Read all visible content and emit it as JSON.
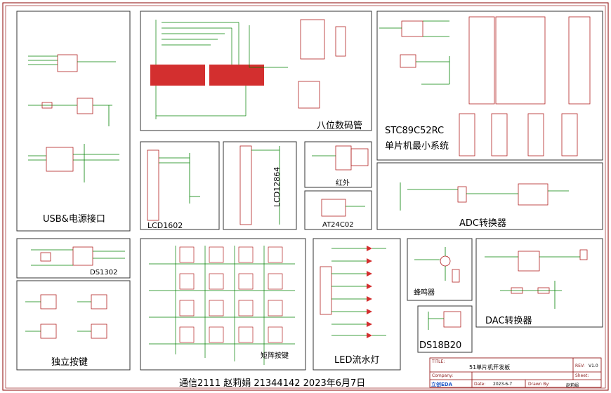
{
  "sections": {
    "usb": "USB&电源接口",
    "seg7": "八位数码管",
    "mcu_line1": "STC89C52RC",
    "mcu_line2": "单片机最小系统",
    "lcd1602": "LCD1602",
    "lcd12864": "LCD12864",
    "ir": "红外",
    "eeprom": "AT24C02",
    "adc": "ADC转换器",
    "ds1302": "DS1302",
    "keys": "独立按键",
    "matrix": "矩阵按键",
    "led": "LED流水灯",
    "buzzer": "蜂鸣器",
    "dac": "DAC转换器",
    "ds18b20": "DS18B20"
  },
  "footer": "通信2111 赵莉娟 21344142 2023年6月7日",
  "title_block": {
    "title_label": "TITLE:",
    "title": "51单片机开发板",
    "rev_label": "REV:",
    "rev": "V1.0",
    "company_label": "Company:",
    "sheet_label": "Sheet:",
    "logo": "立创EDA",
    "date_label": "Date:",
    "date": "2023-6-7",
    "drawn_label": "Drawn By:",
    "drawn": "赵莉娟"
  },
  "colors": {
    "frame": "#8b0000",
    "wire": "#008000",
    "part": "#b22222",
    "net": "#1a3ccf"
  }
}
